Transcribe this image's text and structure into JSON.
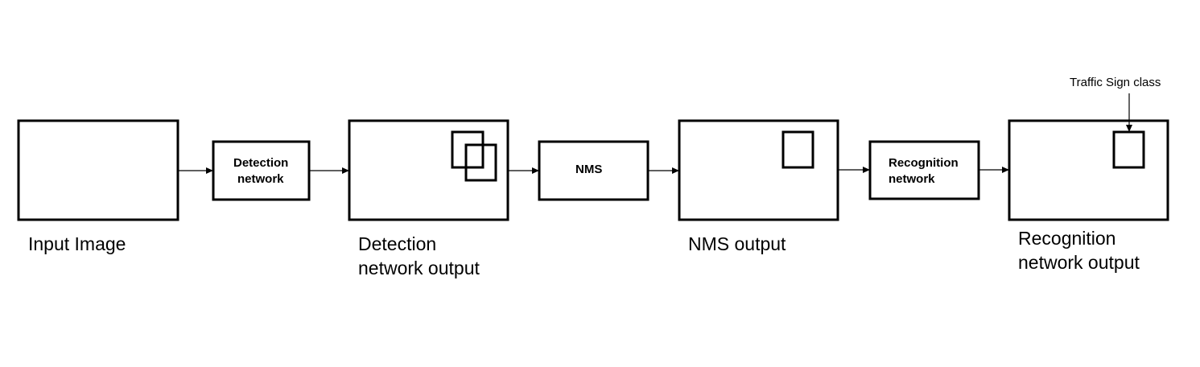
{
  "blocks": {
    "detection_network": [
      "Detection",
      "network"
    ],
    "nms": "NMS",
    "recognition_network": [
      "Recognition",
      "network"
    ]
  },
  "captions": {
    "input_image": "Input Image",
    "detection_output": [
      "Detection",
      "network output"
    ],
    "nms_output": "NMS output",
    "recognition_output": [
      "Recognition",
      "network output"
    ]
  },
  "annotation": {
    "traffic_sign_class": "Traffic Sign class"
  },
  "colors": {
    "stroke": "#000000",
    "background": "#ffffff"
  }
}
